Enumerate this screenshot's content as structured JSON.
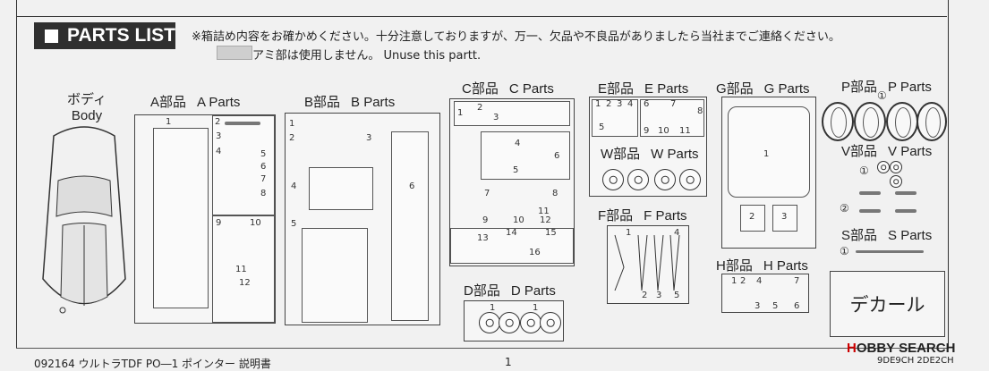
{
  "header": {
    "title": "PARTS LIST",
    "note": "※箱詰め内容をお確かめください。十分注意しておりますが、万一、欠品や不良品がありましたら当社までご連絡ください。",
    "mesh_note": "アミ部は使用しません。 Unuse this partt."
  },
  "sections": {
    "body": {
      "jp": "ボディ",
      "en": "Body"
    },
    "a": {
      "jp": "A部品",
      "en": "A Parts"
    },
    "b": {
      "jp": "B部品",
      "en": "B Parts"
    },
    "c": {
      "jp": "C部品",
      "en": "C Parts"
    },
    "d": {
      "jp": "D部品",
      "en": "D Parts"
    },
    "e": {
      "jp": "E部品",
      "en": "E Parts"
    },
    "w": {
      "jp": "W部品",
      "en": "W Parts"
    },
    "f": {
      "jp": "F部品",
      "en": "F Parts"
    },
    "g": {
      "jp": "G部品",
      "en": "G Parts"
    },
    "h": {
      "jp": "H部品",
      "en": "H Parts"
    },
    "p": {
      "jp": "P部品",
      "en": "P Parts"
    },
    "v": {
      "jp": "V部品",
      "en": "V Parts"
    },
    "s": {
      "jp": "S部品",
      "en": "S Parts"
    }
  },
  "decal": "デカール",
  "circled": {
    "one": "①",
    "two": "②"
  },
  "numbers": {
    "a": [
      "1",
      "2",
      "3",
      "4",
      "5",
      "6",
      "7",
      "8",
      "9",
      "10",
      "11",
      "12"
    ],
    "b": [
      "1",
      "2",
      "3",
      "4",
      "5",
      "6"
    ],
    "c": [
      "1",
      "2",
      "3",
      "4",
      "5",
      "6",
      "7",
      "8",
      "9",
      "10",
      "11",
      "12",
      "13",
      "14",
      "15",
      "16"
    ],
    "d": [
      "1"
    ],
    "e": [
      "1",
      "2",
      "3",
      "4",
      "5",
      "6",
      "7",
      "8",
      "9",
      "10",
      "11"
    ],
    "f": [
      "1",
      "2",
      "3",
      "4",
      "5"
    ],
    "g": [
      "1",
      "2",
      "3"
    ],
    "h": [
      "1",
      "2",
      "3",
      "4",
      "5",
      "6",
      "7"
    ]
  },
  "footer": {
    "left": "092164 ウルトラTDF PO―1 ポインター 説明書",
    "page": "1",
    "code": "9DE9CH  2DE2CH",
    "logo_a": "H",
    "logo_b": "OBBY SEARCH"
  }
}
